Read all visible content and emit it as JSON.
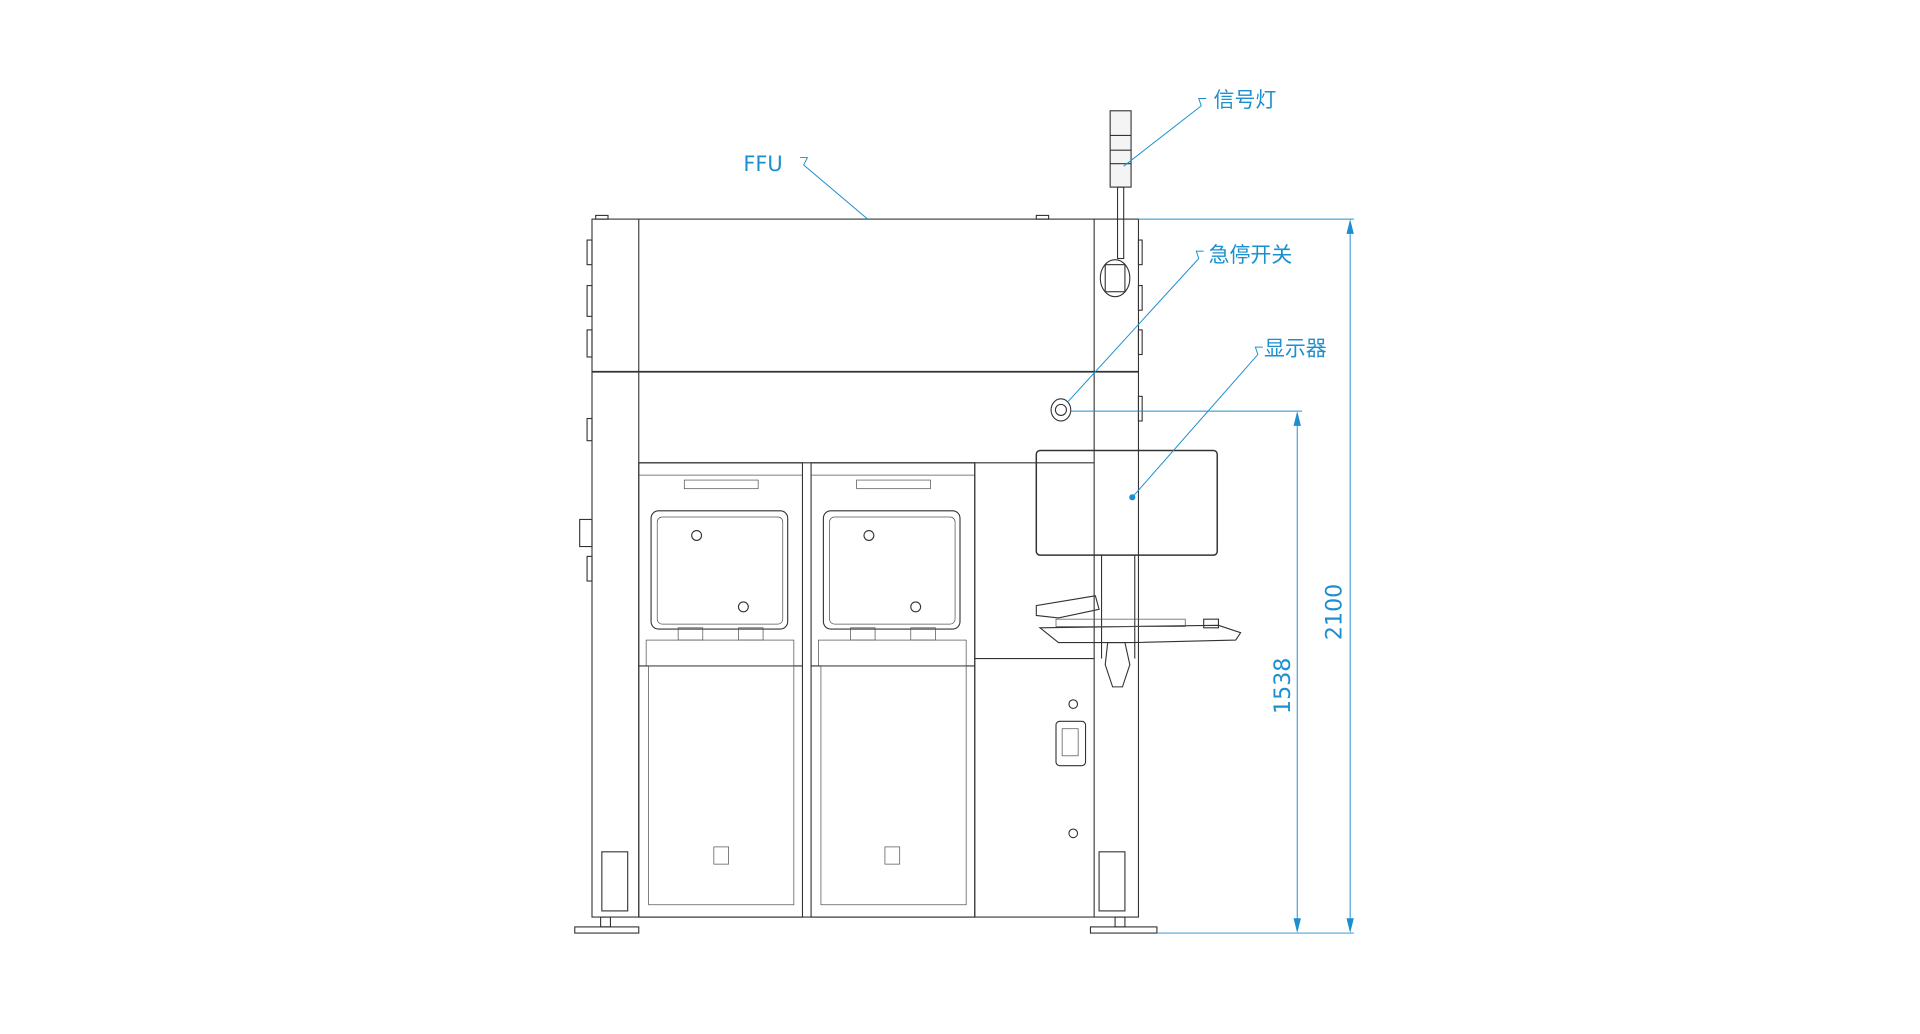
{
  "labels": {
    "signal_light": "信号灯",
    "ffu": "FFU",
    "emergency_stop": "急停开关",
    "monitor": "显示器"
  },
  "dimensions": {
    "total_height": "2100",
    "estop_height": "1538"
  },
  "colors": {
    "annotation": "#1b8fcf",
    "line": "#333333"
  }
}
